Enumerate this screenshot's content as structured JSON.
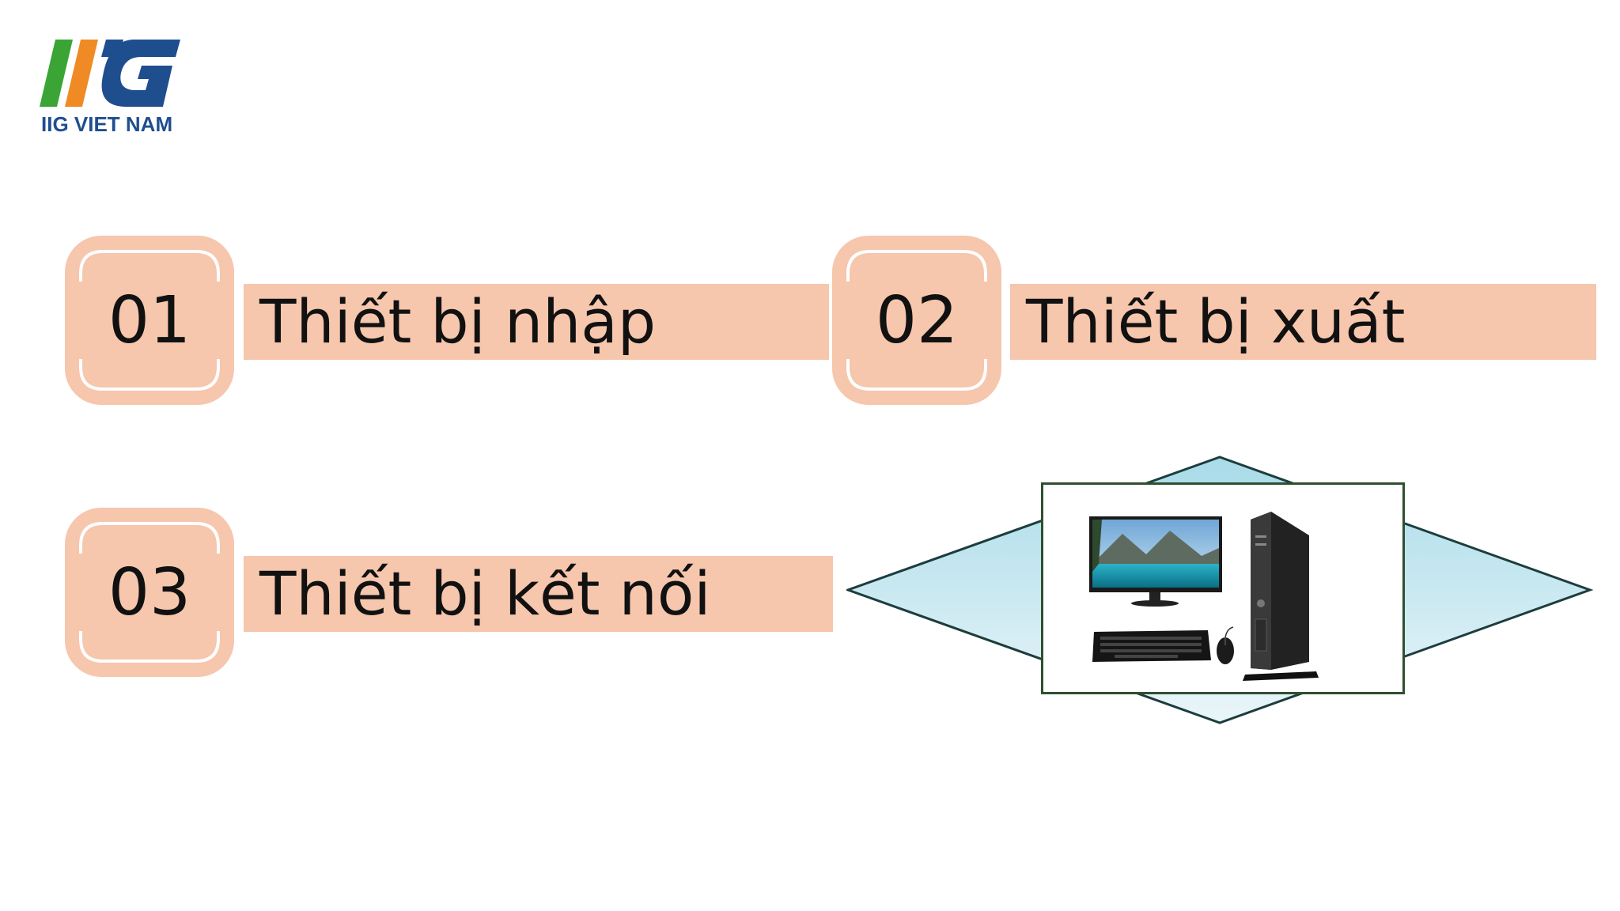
{
  "brand": {
    "name": "IIG VIET NAM",
    "colors": {
      "green": "#3aa535",
      "orange": "#f08a24",
      "blue": "#1f4e8f"
    }
  },
  "items": [
    {
      "number": "01",
      "label": "Thiết bị nhập"
    },
    {
      "number": "02",
      "label": "Thiết bị xuất"
    },
    {
      "number": "03",
      "label": "Thiết bị kết nối"
    }
  ],
  "colors": {
    "accent_fill": "#f6c6ad",
    "diamond_fill": "#bfe3ee",
    "diamond_stroke": "#1d3d3d",
    "photo_border": "#2f4f2f"
  },
  "illustration": {
    "depicts": [
      "monitor-icon",
      "keyboard-icon",
      "mouse-icon",
      "computer-case-icon"
    ]
  }
}
